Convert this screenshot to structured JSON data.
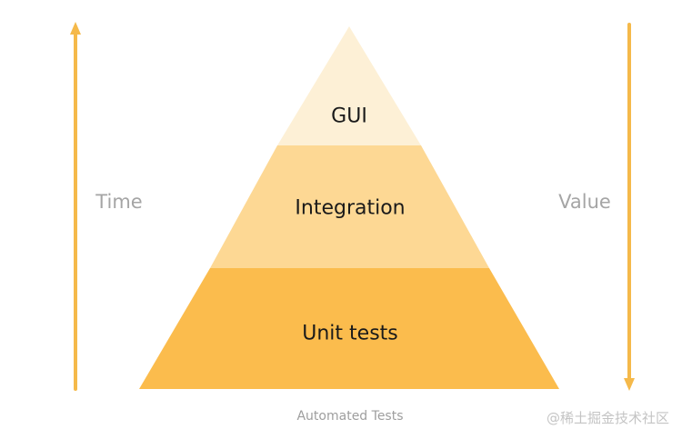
{
  "pyramid": {
    "tiers": [
      {
        "label": "GUI",
        "color": "#fdf0d6"
      },
      {
        "label": "Integration",
        "color": "#fdd894"
      },
      {
        "label": "Unit tests",
        "color": "#fbbc4d"
      }
    ],
    "caption": "Automated Tests"
  },
  "axes": {
    "left": {
      "label": "Time",
      "direction": "up",
      "color": "#f5b94a"
    },
    "right": {
      "label": "Value",
      "direction": "down",
      "color": "#f5b94a"
    }
  },
  "watermark": "@稀土掘金技术社区"
}
